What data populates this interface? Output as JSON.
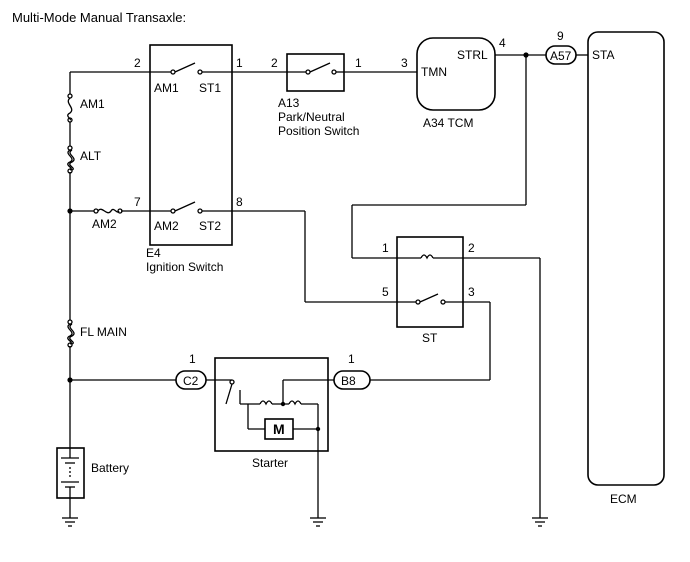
{
  "title": "Multi-Mode Manual Transaxle:",
  "fuses": {
    "am1": "AM1",
    "alt": "ALT",
    "am2": "AM2",
    "fl_main": "FL MAIN"
  },
  "ignition_switch": {
    "code": "E4",
    "name": "Ignition Switch",
    "am1": "AM1",
    "st1": "ST1",
    "am2": "AM2",
    "st2": "ST2",
    "pin_am1": "2",
    "pin_st1": "1",
    "pin_am2": "7",
    "pin_st2": "8"
  },
  "pn_switch": {
    "code": "A13",
    "name_line1": "Park/Neutral",
    "name_line2": "Position Switch",
    "pin_in": "2",
    "pin_out": "1"
  },
  "tcm": {
    "name": "A34 TCM",
    "tmn": "TMN",
    "strl": "STRL",
    "pin_tmn": "3",
    "pin_strl": "4"
  },
  "connector_a57": {
    "label": "A57",
    "pin": "9"
  },
  "ecm": {
    "name": "ECM",
    "sta": "STA"
  },
  "st_relay": {
    "name": "ST",
    "pin1": "1",
    "pin2": "2",
    "pin5": "5",
    "pin3": "3"
  },
  "connector_c2": {
    "label": "C2",
    "pin": "1"
  },
  "connector_b8": {
    "label": "B8",
    "pin": "1"
  },
  "starter": {
    "name": "Starter",
    "motor": "M"
  },
  "battery": {
    "name": "Battery"
  }
}
